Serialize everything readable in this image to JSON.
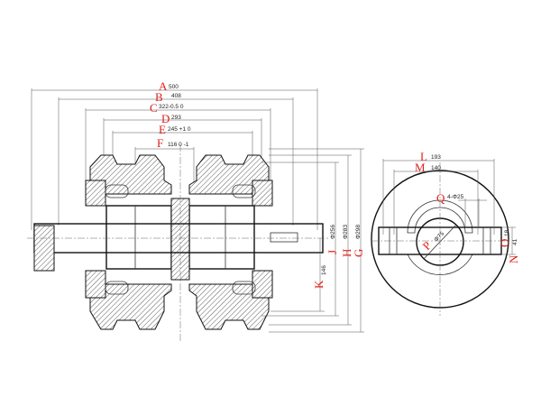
{
  "front_view": {
    "dims": [
      {
        "label": "A",
        "value": "500"
      },
      {
        "label": "B",
        "value": "408"
      },
      {
        "label": "C",
        "value": "322-0.5 0"
      },
      {
        "label": "D",
        "value": "293"
      },
      {
        "label": "E",
        "value": "245 +1 0"
      },
      {
        "label": "F",
        "value": "116 0 -1"
      },
      {
        "label": "K",
        "value": "146"
      },
      {
        "label": "J",
        "value": "Φ256"
      },
      {
        "label": "H",
        "value": "Φ283"
      },
      {
        "label": "G",
        "value": "Φ298"
      }
    ]
  },
  "side_view": {
    "dims": [
      {
        "label": "L",
        "value": "193"
      },
      {
        "label": "M",
        "value": "140"
      },
      {
        "label": "Q",
        "value": "4-Φ25"
      },
      {
        "label": "P",
        "value": "Φ75"
      },
      {
        "label": "O",
        "value": "18"
      },
      {
        "label": "N",
        "value": "41"
      }
    ]
  }
}
